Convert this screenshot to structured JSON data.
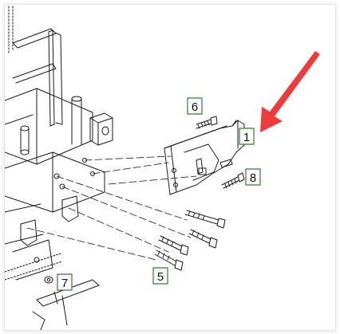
{
  "callouts": {
    "c1": "1",
    "c5": "5",
    "c6": "6",
    "c7": "7",
    "c8": "8"
  },
  "colors": {
    "line": "#1a1a1a",
    "callout_border": "#2e7d32",
    "arrow": "#ef3b3b"
  }
}
